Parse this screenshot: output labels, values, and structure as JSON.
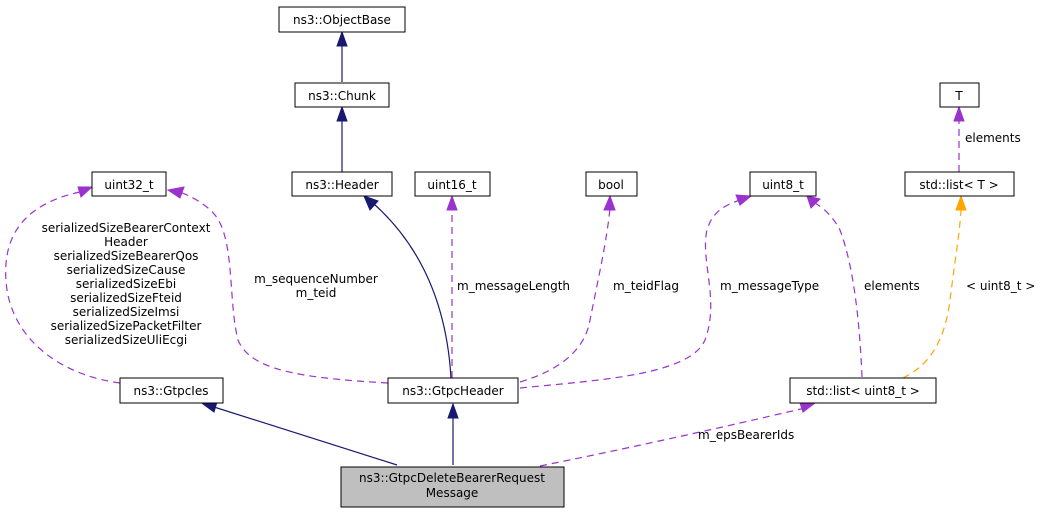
{
  "diagram": {
    "title": "ns3::GtpcDeleteBearerRequestMessage collaboration graph",
    "colors": {
      "inheritance": "#191970",
      "usage": "#9a32cd",
      "template": "#ffa500",
      "focus_fill": "#bfbfbf"
    },
    "nodes": {
      "object_base": "ns3::ObjectBase",
      "chunk": "ns3::Chunk",
      "header": "ns3::Header",
      "uint32": "uint32_t",
      "uint16": "uint16_t",
      "bool": "bool",
      "uint8": "uint8_t",
      "T": "T",
      "std_list_T": "std::list< T >",
      "gtpc_ies": "ns3::GtpcIes",
      "gtpc_header": "ns3::GtpcHeader",
      "std_list_uint8": "std::list< uint8_t >",
      "focus_line1": "ns3::GtpcDeleteBearerRequest",
      "focus_line2": "Message"
    },
    "edge_labels": {
      "ies_uint32": [
        "serializedSizeBearerContext",
        "Header",
        "serializedSizeBearerQos",
        "serializedSizeCause",
        "serializedSizeEbi",
        "serializedSizeFteid",
        "serializedSizeImsi",
        "serializedSizePacketFilter",
        "serializedSizeUliEcgi"
      ],
      "header_uint32": [
        "m_sequenceNumber",
        "m_teid"
      ],
      "header_uint16": "m_messageLength",
      "header_bool": "m_teidFlag",
      "header_uint8": "m_messageType",
      "list_uint8_elements": "elements",
      "list_T_elements": "elements",
      "template_arg": "< uint8_t >",
      "eps_bearer_ids": "m_epsBearerIds"
    }
  }
}
